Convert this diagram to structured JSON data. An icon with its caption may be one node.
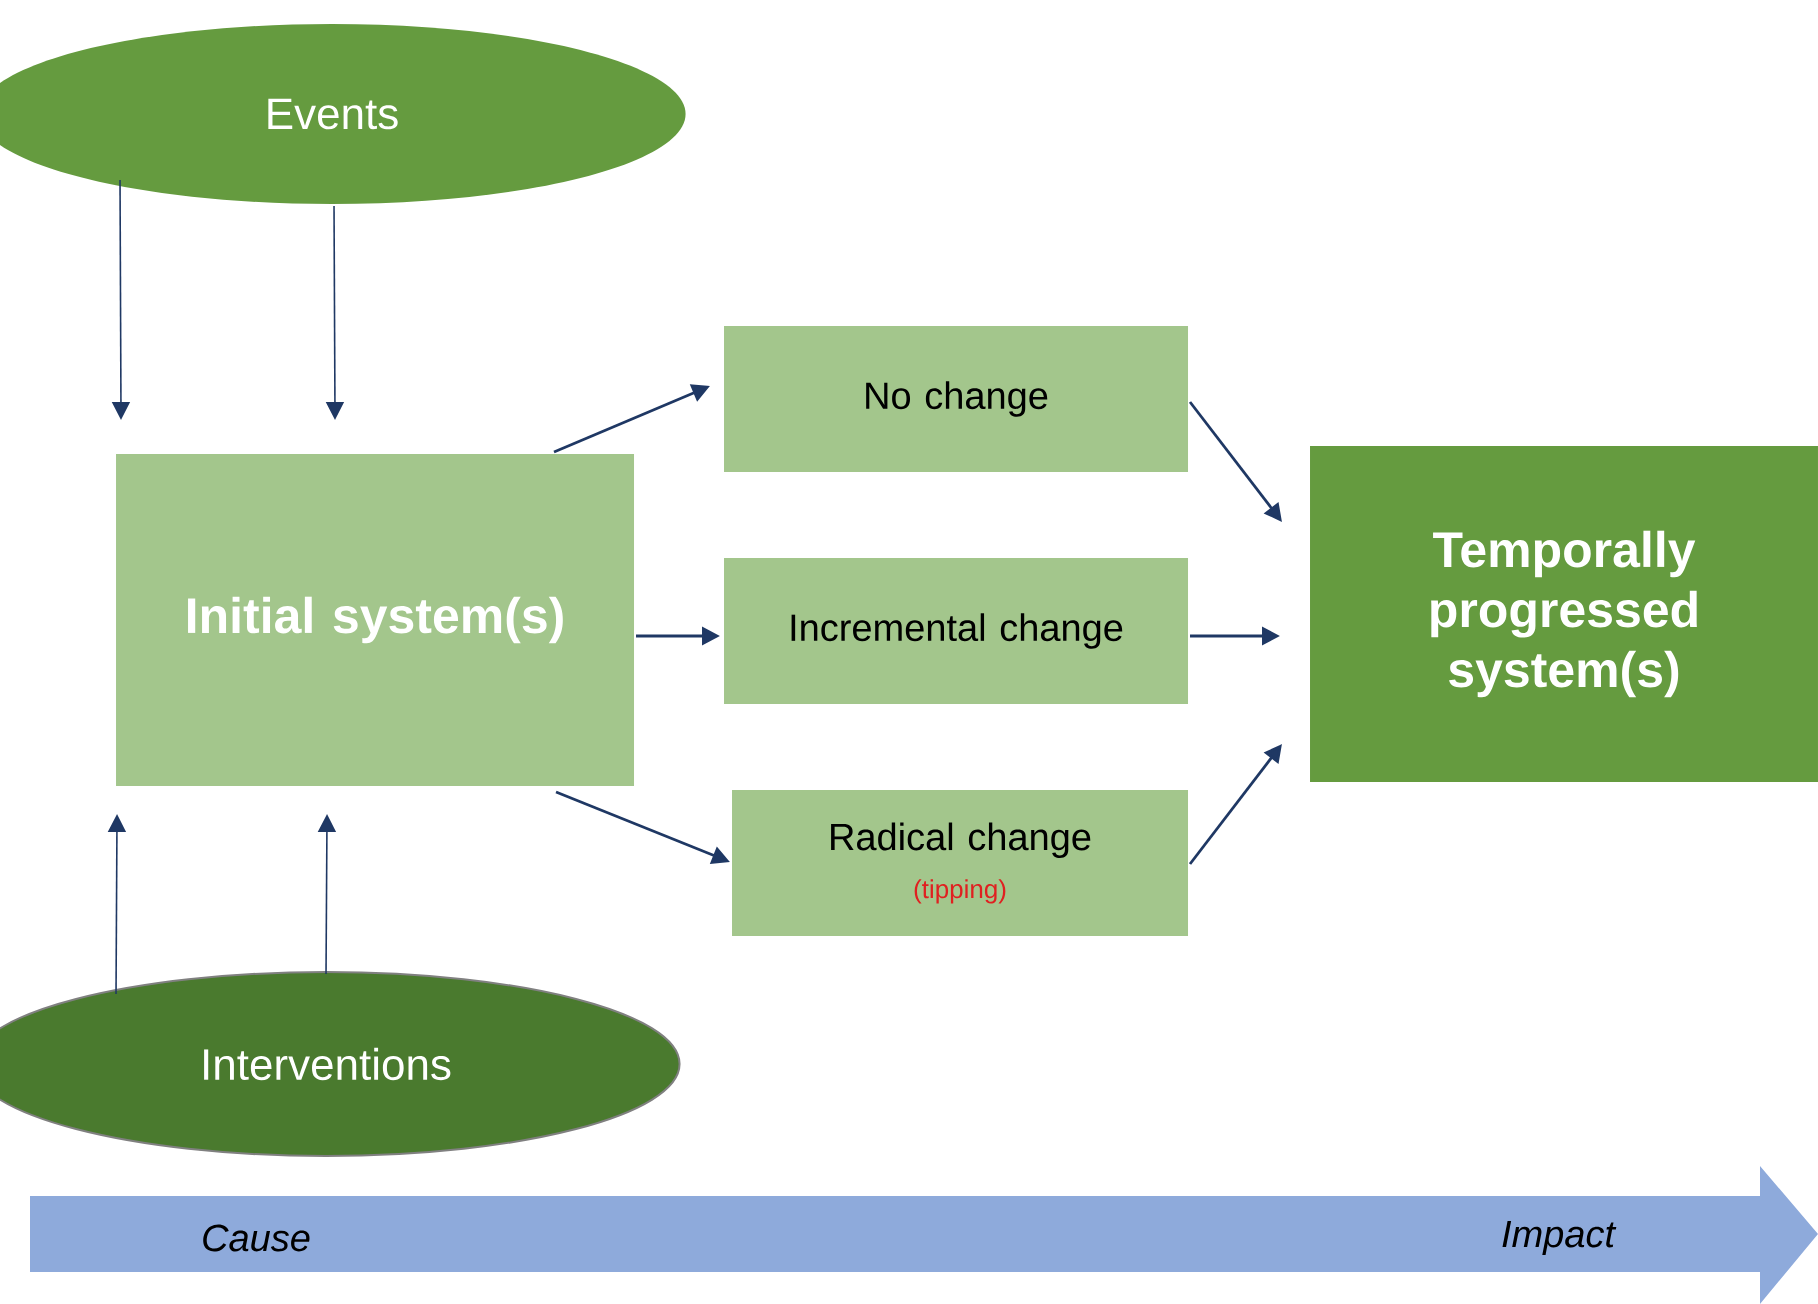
{
  "diagram": {
    "nodes": [
      {
        "text": [
          "Events"
        ]
      },
      {
        "text": [
          "Initial system(s)"
        ]
      },
      {
        "text": [
          "No change"
        ]
      },
      {
        "text": [
          "Incremental change"
        ]
      },
      {
        "text": [
          "Radical change",
          "(tipping)"
        ]
      },
      {
        "text": [
          "Temporally progressed system(s)"
        ]
      },
      {
        "text": [
          "Interventions"
        ]
      }
    ],
    "edges": [
      {
        "from": 0,
        "to": 1,
        "arrow": "to"
      },
      {
        "from": 0,
        "to": 1,
        "arrow": "to"
      },
      {
        "from": 6,
        "to": 1,
        "arrow": "to"
      },
      {
        "from": 6,
        "to": 1,
        "arrow": "to"
      },
      {
        "from": 1,
        "to": 2,
        "arrow": "to"
      },
      {
        "from": 1,
        "to": 3,
        "arrow": "to"
      },
      {
        "from": 1,
        "to": 4,
        "arrow": "to"
      },
      {
        "from": 2,
        "to": 5,
        "arrow": "to"
      },
      {
        "from": 3,
        "to": 5,
        "arrow": "to"
      },
      {
        "from": 4,
        "to": 5,
        "arrow": "to"
      }
    ],
    "labels": [
      "Cause",
      "Impact"
    ]
  }
}
